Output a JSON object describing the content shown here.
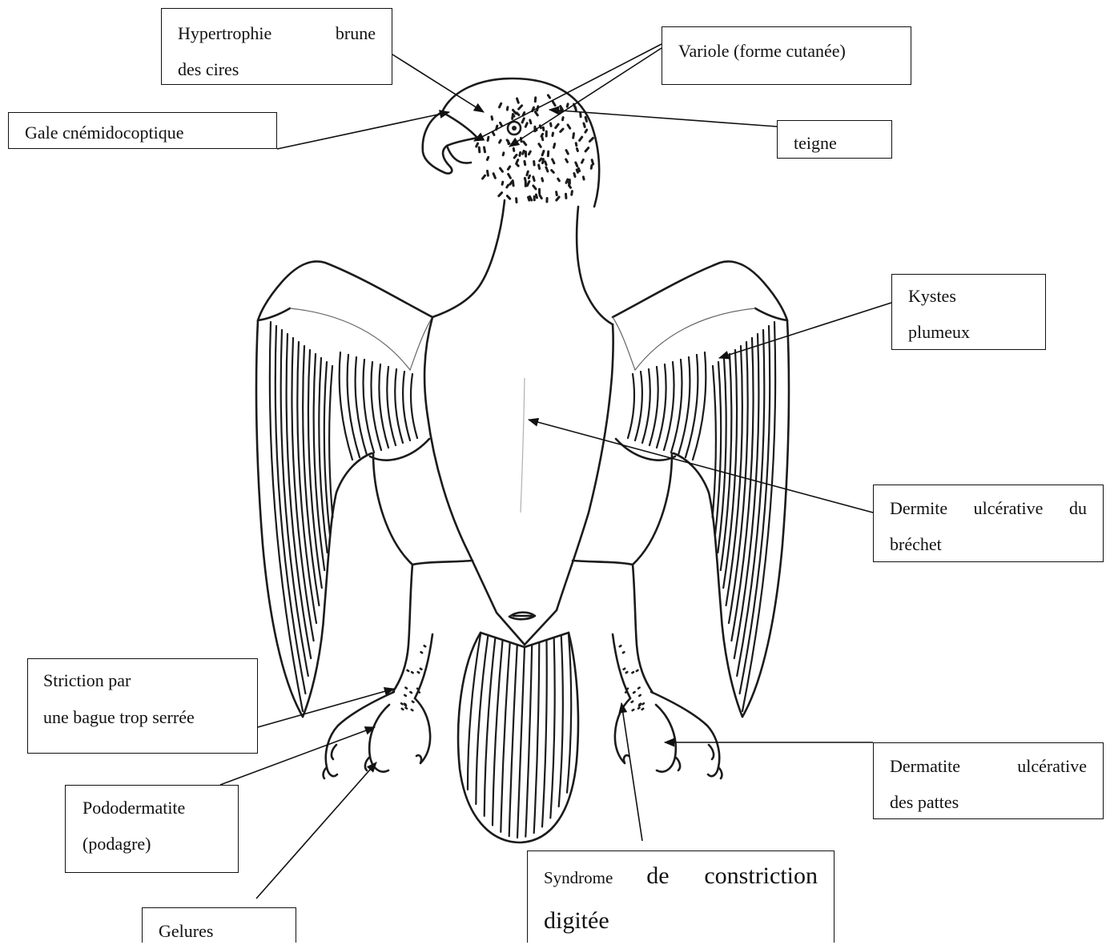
{
  "labels": {
    "hypertrophie": [
      "Hypertrophie brune",
      "des cires"
    ],
    "variole": [
      "Variole (forme cutanée)"
    ],
    "gale": [
      "Gale cnémidocoptique"
    ],
    "teigne": [
      "teigne"
    ],
    "kystes": [
      "Kystes",
      "plumeux"
    ],
    "dermite_brechet": [
      "Dermite ulcérative du",
      "bréchet"
    ],
    "striction": [
      "Striction par",
      "une bague trop serrée"
    ],
    "dermatite_pattes": [
      "Dermatite ulcérative",
      "des pattes"
    ],
    "pododermatite": [
      "Pododermatite",
      "(podagre)"
    ],
    "gelures": [
      "Gelures"
    ],
    "syndrome": {
      "line1_small": "Syndrome",
      "line1_large": "de constriction",
      "line2": "digitée"
    }
  }
}
